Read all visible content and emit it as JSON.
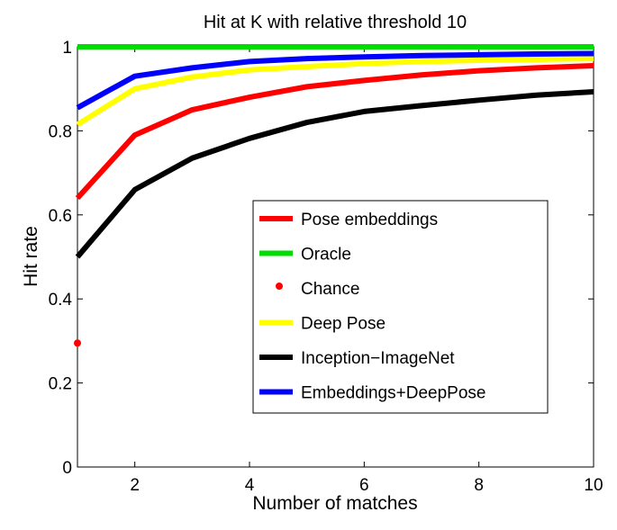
{
  "chart_data": {
    "type": "line",
    "title": "Hit at K with relative threshold 10",
    "xlabel": "Number of matches",
    "ylabel": "Hit rate",
    "xlim": [
      1,
      10
    ],
    "ylim": [
      0,
      1
    ],
    "xticks": [
      2,
      4,
      6,
      8,
      10
    ],
    "yticks": [
      0,
      0.2,
      0.4,
      0.6,
      0.8,
      1
    ],
    "ytick_labels": [
      "0",
      "0.2",
      "0.4",
      "0.6",
      "0.8",
      "1"
    ],
    "xtick_labels": [
      "2",
      "4",
      "6",
      "8",
      "10"
    ],
    "grid": false,
    "legend_position": "center-right",
    "x": [
      1,
      2,
      3,
      4,
      5,
      6,
      7,
      8,
      9,
      10
    ],
    "series": [
      {
        "name": "Pose embeddings",
        "color": "#ff0000",
        "style": "line",
        "values": [
          0.64,
          0.79,
          0.85,
          0.88,
          0.905,
          0.92,
          0.933,
          0.943,
          0.95,
          0.955
        ]
      },
      {
        "name": "Oracle",
        "color": "#00dd00",
        "style": "line",
        "values": [
          1,
          1,
          1,
          1,
          1,
          1,
          1,
          1,
          1,
          1
        ]
      },
      {
        "name": "Chance",
        "color": "#ff0000",
        "style": "point",
        "points": [
          [
            1,
            0.295
          ]
        ]
      },
      {
        "name": "Deep Pose",
        "color": "#ffff00",
        "style": "line",
        "values": [
          0.815,
          0.9,
          0.928,
          0.945,
          0.953,
          0.96,
          0.965,
          0.968,
          0.97,
          0.972
        ]
      },
      {
        "name": "Inception−ImageNet",
        "color": "#000000",
        "style": "line",
        "values": [
          0.5,
          0.66,
          0.735,
          0.782,
          0.82,
          0.846,
          0.86,
          0.873,
          0.885,
          0.893
        ]
      },
      {
        "name": "Embeddings+DeepPose",
        "color": "#0000ff",
        "style": "line",
        "values": [
          0.855,
          0.93,
          0.95,
          0.965,
          0.972,
          0.976,
          0.979,
          0.981,
          0.983,
          0.984
        ]
      }
    ]
  }
}
